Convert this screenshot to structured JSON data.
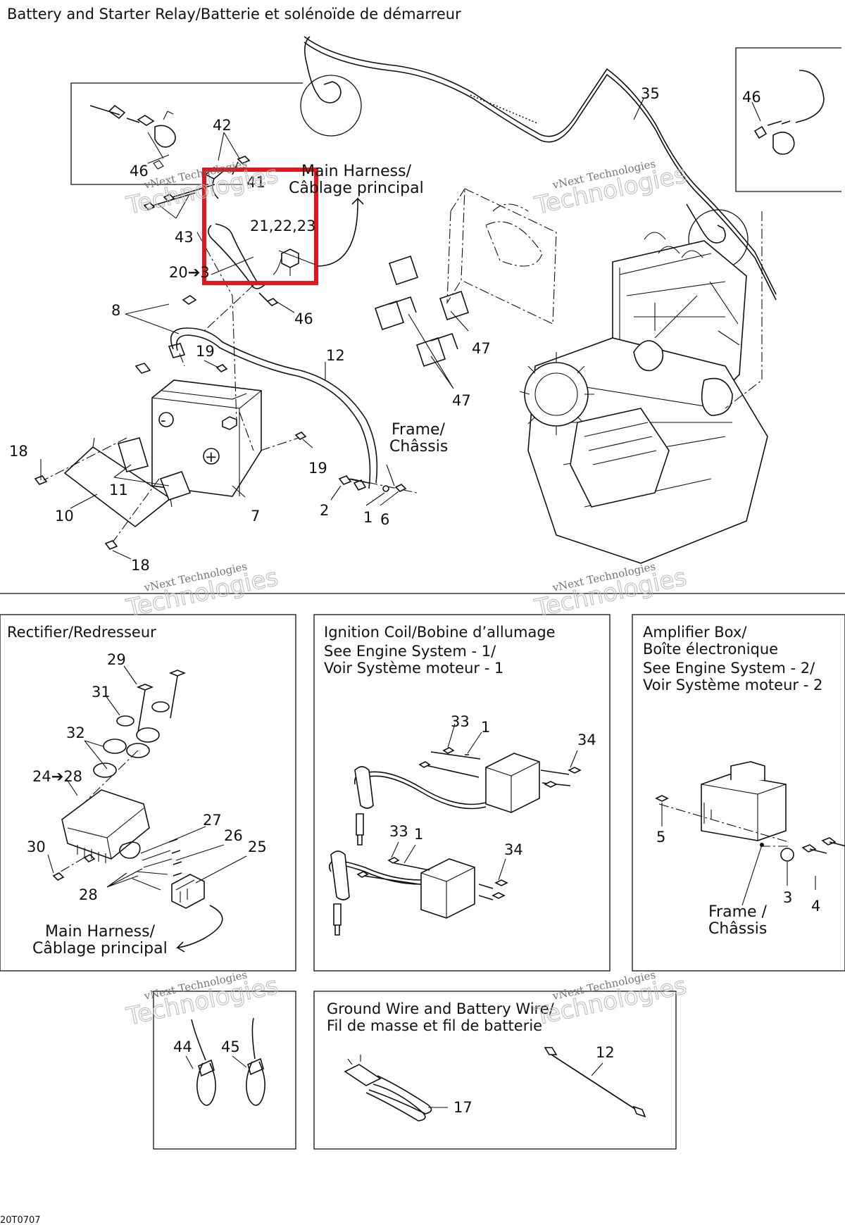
{
  "title": "Battery and Starter Relay/Batterie et solénoïde de démarreur",
  "drawing_code": "20T0707",
  "watermark": {
    "line1": "vNext Technologies",
    "line2": "Technologies"
  },
  "colors": {
    "highlight": "#e3161b",
    "line": "#111111",
    "panel_border": "#111111"
  },
  "main": {
    "callouts": {
      "main_harness": [
        "Main Harness/",
        "Câblage principal"
      ],
      "frame": [
        "Frame/",
        "Châssis"
      ],
      "c46a": "46",
      "c42": "42",
      "c41": "41",
      "c43": "43",
      "c21": "21,22,23",
      "c20": "20➔3",
      "c46b": "46",
      "c8": "8",
      "c19a": "19",
      "c12": "12",
      "c47a": "47",
      "c47b": "47",
      "c18a": "18",
      "c11": "11",
      "c10": "10",
      "c7": "7",
      "c19b": "19",
      "c2": "2",
      "c1": "1",
      "c6": "6",
      "c18b": "18",
      "c35": "35",
      "c46c": "46"
    }
  },
  "panels": {
    "rectifier": {
      "title": "Rectifier/Redresseur",
      "callouts": {
        "c29": "29",
        "c31": "31",
        "c32": "32",
        "c24": "24➔28",
        "c27": "27",
        "c26": "26",
        "c25": "25",
        "c30": "30",
        "c28": "28"
      },
      "harness": [
        "Main Harness/",
        "Câblage principal"
      ]
    },
    "ignition": {
      "title": [
        "Ignition Coil/Bobine d’allumage",
        "See Engine System - 1/",
        "Voir Système moteur - 1"
      ],
      "callouts": {
        "c33a": "33",
        "c1a": "1",
        "c34a": "34",
        "c33b": "33",
        "c1b": "1",
        "c34b": "34"
      }
    },
    "amplifier": {
      "title": [
        "Amplifier Box/",
        "Boîte électronique",
        "See Engine System - 2/",
        "Voir Système moteur - 2"
      ],
      "callouts": {
        "c5": "5",
        "c3": "3",
        "c4": "4"
      },
      "frame": [
        "Frame /",
        "Châssis"
      ]
    },
    "ties": {
      "callouts": {
        "c44": "44",
        "c45": "45"
      }
    },
    "ground": {
      "title": [
        "Ground Wire and Battery Wire/",
        "Fil de masse et fil de batterie"
      ],
      "callouts": {
        "c12": "12",
        "c17": "17"
      }
    }
  }
}
